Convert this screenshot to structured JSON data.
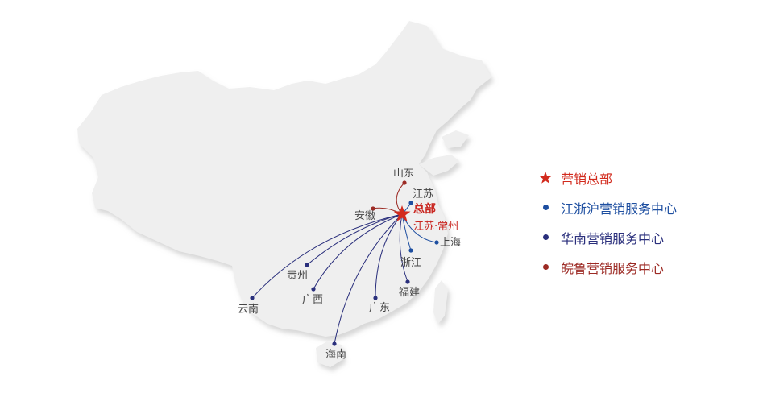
{
  "colors": {
    "hq": "#d22a1d",
    "jzh": "#1d4ea0",
    "south": "#2a2f7c",
    "anhui_shandong": "#9c2a24",
    "land": "#efefef",
    "land_shadow": "#d6d6d6"
  },
  "map": {
    "hq": {
      "title": "总部",
      "subtitle": "江苏·常州",
      "icon": "star-icon"
    },
    "provinces": [
      {
        "name": "山东",
        "group": "anhui_shandong"
      },
      {
        "name": "江苏",
        "group": "jzh"
      },
      {
        "name": "安徽",
        "group": "anhui_shandong"
      },
      {
        "name": "上海",
        "group": "jzh"
      },
      {
        "name": "浙江",
        "group": "jzh"
      },
      {
        "name": "贵州",
        "group": "south"
      },
      {
        "name": "福建",
        "group": "south"
      },
      {
        "name": "云南",
        "group": "south"
      },
      {
        "name": "广西",
        "group": "south"
      },
      {
        "name": "广东",
        "group": "south"
      },
      {
        "name": "海南",
        "group": "south"
      }
    ]
  },
  "legend": {
    "items": [
      {
        "label": "营销总部",
        "icon": "star-icon",
        "color": "#d22a1d"
      },
      {
        "label": "江浙沪营销服务中心",
        "icon": "dot-icon",
        "color": "#1d4ea0"
      },
      {
        "label": "华南营销服务中心",
        "icon": "dot-icon",
        "color": "#2a2f7c"
      },
      {
        "label": "皖鲁营销服务中心",
        "icon": "dot-icon",
        "color": "#9c2a24"
      }
    ]
  }
}
